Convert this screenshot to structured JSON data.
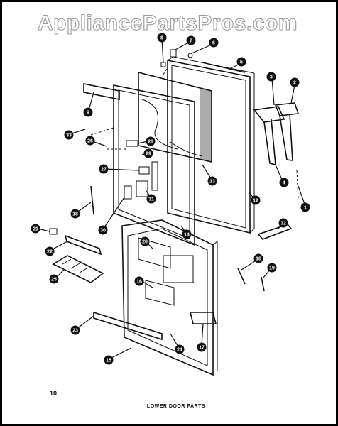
{
  "watermark": "AppliancePartsPros.com",
  "page_number": "10",
  "caption": "LOWER DOOR PARTS",
  "callouts": [
    {
      "label": "1",
      "name": "callout-1"
    },
    {
      "label": "2",
      "name": "callout-2"
    },
    {
      "label": "3",
      "name": "callout-3"
    },
    {
      "label": "4",
      "name": "callout-4"
    },
    {
      "label": "5",
      "name": "callout-5"
    },
    {
      "label": "6",
      "name": "callout-6"
    },
    {
      "label": "7",
      "name": "callout-7"
    },
    {
      "label": "8",
      "name": "callout-8"
    },
    {
      "label": "9",
      "name": "callout-9"
    },
    {
      "label": "12",
      "name": "callout-12"
    },
    {
      "label": "13",
      "name": "callout-13"
    },
    {
      "label": "14",
      "name": "callout-14"
    },
    {
      "label": "15",
      "name": "callout-15"
    },
    {
      "label": "16",
      "name": "callout-16"
    },
    {
      "label": "17",
      "name": "callout-17"
    },
    {
      "label": "18",
      "name": "callout-18"
    },
    {
      "label": "19",
      "name": "callout-19"
    },
    {
      "label": "20",
      "name": "callout-20"
    },
    {
      "label": "21",
      "name": "callout-21"
    },
    {
      "label": "22",
      "name": "callout-22"
    },
    {
      "label": "23",
      "name": "callout-23"
    },
    {
      "label": "24",
      "name": "callout-24"
    },
    {
      "label": "25",
      "name": "callout-25"
    },
    {
      "label": "26",
      "name": "callout-26"
    },
    {
      "label": "27",
      "name": "callout-27"
    },
    {
      "label": "28",
      "name": "callout-28"
    },
    {
      "label": "29",
      "name": "callout-29"
    },
    {
      "label": "30",
      "name": "callout-30"
    },
    {
      "label": "31",
      "name": "callout-31"
    },
    {
      "label": "32",
      "name": "callout-32"
    },
    {
      "label": "33",
      "name": "callout-33"
    },
    {
      "label": "18",
      "name": "callout-18-left"
    }
  ]
}
